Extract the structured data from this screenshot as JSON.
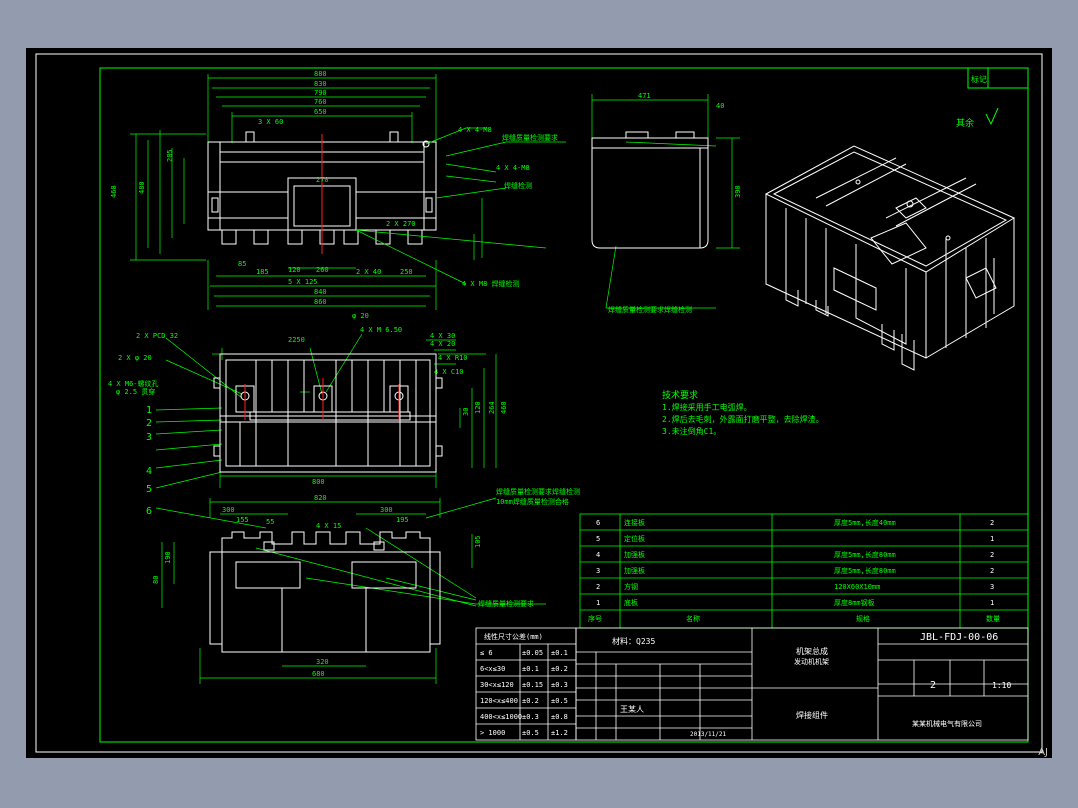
{
  "drawing_no": "JBL-FDJ-00-06",
  "material": "材料：Q235",
  "scale_label": "1:10",
  "qty": "2",
  "designer": "王某人",
  "date": "2013/11/21",
  "corner_tag": "AJ",
  "roughness_label": "其余",
  "top_right_box": "标记",
  "tech_notes": {
    "title": "技术要求",
    "lines": [
      "1.焊接采用手工电弧焊。",
      "2.焊后去毛刺，外露面打磨平整，去除焊渣。",
      "3.未注倒角C1。"
    ]
  },
  "top_dims": [
    "880",
    "830",
    "790",
    "760",
    "650"
  ],
  "front_dims": [
    "820",
    "800"
  ],
  "bom": [
    {
      "no": "6",
      "name": "连接板",
      "spec": "厚度5mm,长度40mm",
      "qty": "2"
    },
    {
      "no": "5",
      "name": "定位板",
      "spec": "",
      "qty": "1"
    },
    {
      "no": "4",
      "name": "加强板",
      "spec": "厚度5mm,长度80mm",
      "qty": "2"
    },
    {
      "no": "3",
      "name": "加强板",
      "spec": "厚度5mm,长度80mm",
      "qty": "2"
    },
    {
      "no": "2",
      "name": "方钢",
      "spec": "120X60X10mm",
      "qty": "3"
    },
    {
      "no": "1",
      "name": "底板",
      "spec": "厚度8mm钢板",
      "qty": "1"
    }
  ],
  "bom_header": {
    "no": "序号",
    "name": "名称",
    "spec": "规格",
    "qty": "数量"
  },
  "tolerance_table": {
    "title": "线性尺寸公差(mm)",
    "rows": [
      [
        "≤ 6",
        "±0.05",
        "±0.1"
      ],
      [
        "6<x≤30",
        "±0.1",
        "±0.2"
      ],
      [
        "30<x≤120",
        "±0.15",
        "±0.3"
      ],
      [
        "120<x≤400",
        "±0.2",
        "±0.5"
      ],
      [
        "400<x≤1000",
        "±0.3",
        "±0.8"
      ],
      [
        "> 1000",
        "±0.5",
        "±1.2"
      ]
    ]
  },
  "title_block": {
    "company": "某某机械电气有限公司",
    "part": "机架总成",
    "part_sub": "发动机机架",
    "extra": "焊接组件"
  },
  "colors": {
    "line": "#00ff00",
    "text": "#00ff00",
    "white": "#ffffff",
    "red": "#ff2020",
    "frame": "#ffffff"
  }
}
